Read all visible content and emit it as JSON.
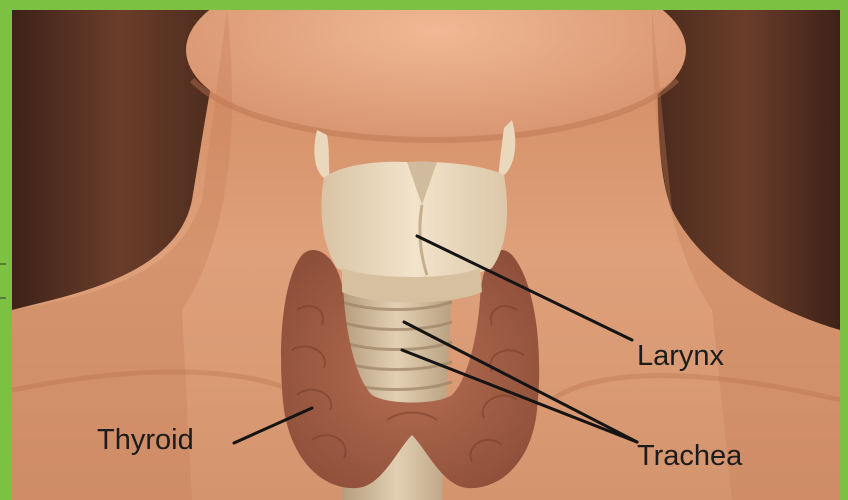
{
  "labels": {
    "larynx": "Larynx",
    "thyroid": "Thyroid",
    "trachea": "Trachea"
  },
  "colors": {
    "frame": "#7dc142",
    "skin": "#d8946c",
    "hair": "#5a3424",
    "cartilage": "#ead8bc",
    "thyroid_gland": "#a35f46",
    "trachea": "#cdb696",
    "leader_line": "#141414"
  }
}
